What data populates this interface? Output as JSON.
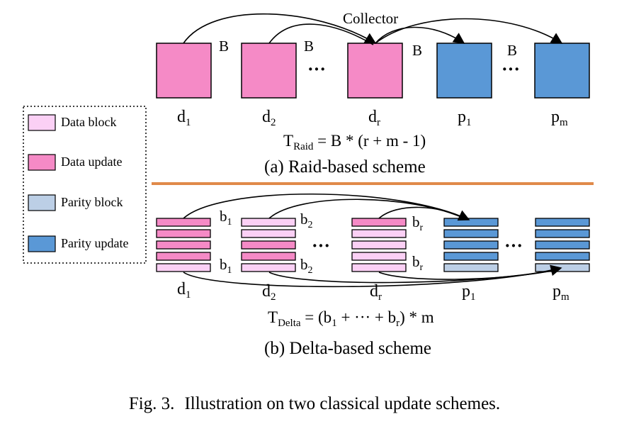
{
  "legend": {
    "items": [
      {
        "label": "Data block",
        "color": "#fbd0f5"
      },
      {
        "label": "Data update",
        "color": "#f58ac6"
      },
      {
        "label": "Parity block",
        "color": "#bccfe6"
      },
      {
        "label": "Parity update",
        "color": "#5a98d6"
      }
    ]
  },
  "raid": {
    "collector_label": "Collector",
    "edge_label": "B",
    "ellipsis": "···",
    "nodes": [
      {
        "base": "d",
        "sub": "1"
      },
      {
        "base": "d",
        "sub": "2"
      },
      {
        "base": "d",
        "sub": "r"
      },
      {
        "base": "p",
        "sub": "1"
      },
      {
        "base": "p",
        "sub": "m"
      }
    ],
    "formula": {
      "lhs": "T",
      "sub": "Raid",
      "rhs": " = B * (r + m - 1)"
    },
    "title": "(a) Raid-based scheme"
  },
  "delta": {
    "ellipsis": "···",
    "edge_labels": [
      {
        "base": "b",
        "sub": "1"
      },
      {
        "base": "b",
        "sub": "2"
      },
      {
        "base": "b",
        "sub": "r"
      }
    ],
    "nodes": [
      {
        "base": "d",
        "sub": "1"
      },
      {
        "base": "d",
        "sub": "2"
      },
      {
        "base": "d",
        "sub": "r"
      },
      {
        "base": "p",
        "sub": "1"
      },
      {
        "base": "p",
        "sub": "m"
      }
    ],
    "formula": {
      "lhs": "T",
      "sub": "Delta",
      "rhs_a": " = (b",
      "rhs_sub1": "1",
      "rhs_b": " + ··· + b",
      "rhs_sub2": "r",
      "rhs_c": ") * m"
    },
    "title": "(b) Delta-based scheme"
  },
  "caption": {
    "label": "Fig. 3.",
    "text": "Illustration on two classical update schemes."
  },
  "colors": {
    "data_block": "#fbd0f5",
    "data_update": "#f58ac6",
    "parity_block": "#bccfe6",
    "parity_update": "#5a98d6",
    "separator": "#e08a4a"
  }
}
